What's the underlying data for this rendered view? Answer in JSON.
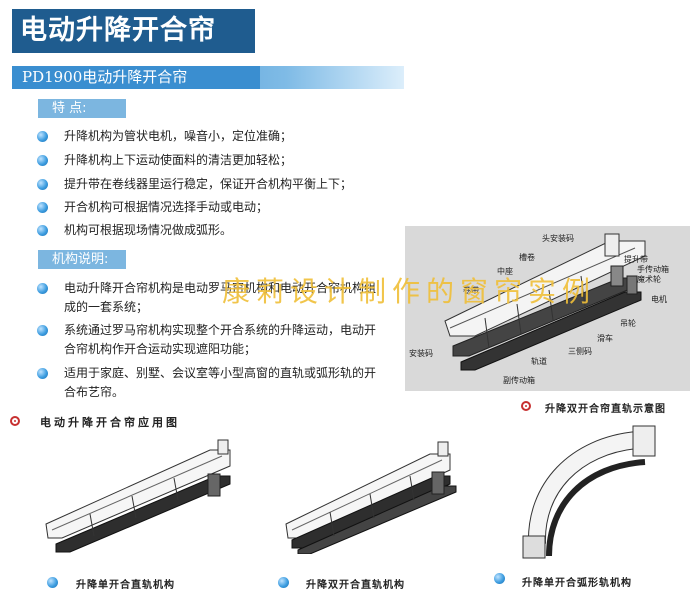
{
  "header": {
    "title": "电动升降开合帘"
  },
  "subheader": {
    "title": "PD1900电动升降开合帘"
  },
  "features": {
    "label": "特 点:",
    "items": [
      "升降机构为管状电机，噪音小，定位准确；",
      "升降机构上下运动使面料的清洁更加轻松；",
      "提升带在卷线器里运行稳定，保证开合机构平衡上下；",
      "开合机构可根据情况选择手动或电动；",
      "机构可根据现场情况做成弧形。"
    ]
  },
  "mechanism": {
    "label": "机构说明:",
    "items": [
      {
        "line1": "电动升降开合帘机构是电动罗马帘机构和电动开合帘机构组",
        "line2": "成的一套系统；"
      },
      {
        "line1": "系统通过罗马帘机构实现整个开合系统的升降运动，电动开",
        "line2": "合帘机构作开合运动实现遮阳功能；"
      },
      {
        "line1": "适用于家庭、别墅、会议室等小型高窗的直轨或弧形轨的开",
        "line2": "合布艺帘。"
      }
    ]
  },
  "watermark": "康莉设计制作的窗帘实例",
  "diagram": {
    "labels": {
      "head_mount": "头安装码",
      "lift_belt": "提升带",
      "trough": "槽卷",
      "center_seat": "中座",
      "hand_pull": "手传动箱",
      "magic_wheel": "魔术轮",
      "motor": "电机",
      "reel": "卷带",
      "hanger": "吊轮",
      "slide": "滑车",
      "three_side": "三侧码",
      "mount": "安装码",
      "track": "轨道",
      "side_box": "副传动箱"
    },
    "caption": "升降双开合帘直轨示意图"
  },
  "application": {
    "title": "电动升降开合帘应用图",
    "captions": [
      "升降单开合直轨机构",
      "升降双开合直轨机构",
      "升降单开合弧形轨机构"
    ]
  },
  "colors": {
    "title_bar": "#1f5c8f",
    "subtitle_bar": "#3a8ed0",
    "section_label": "#7cb6e0",
    "watermark": "#f0bf38",
    "red_marker": "#c73030"
  }
}
